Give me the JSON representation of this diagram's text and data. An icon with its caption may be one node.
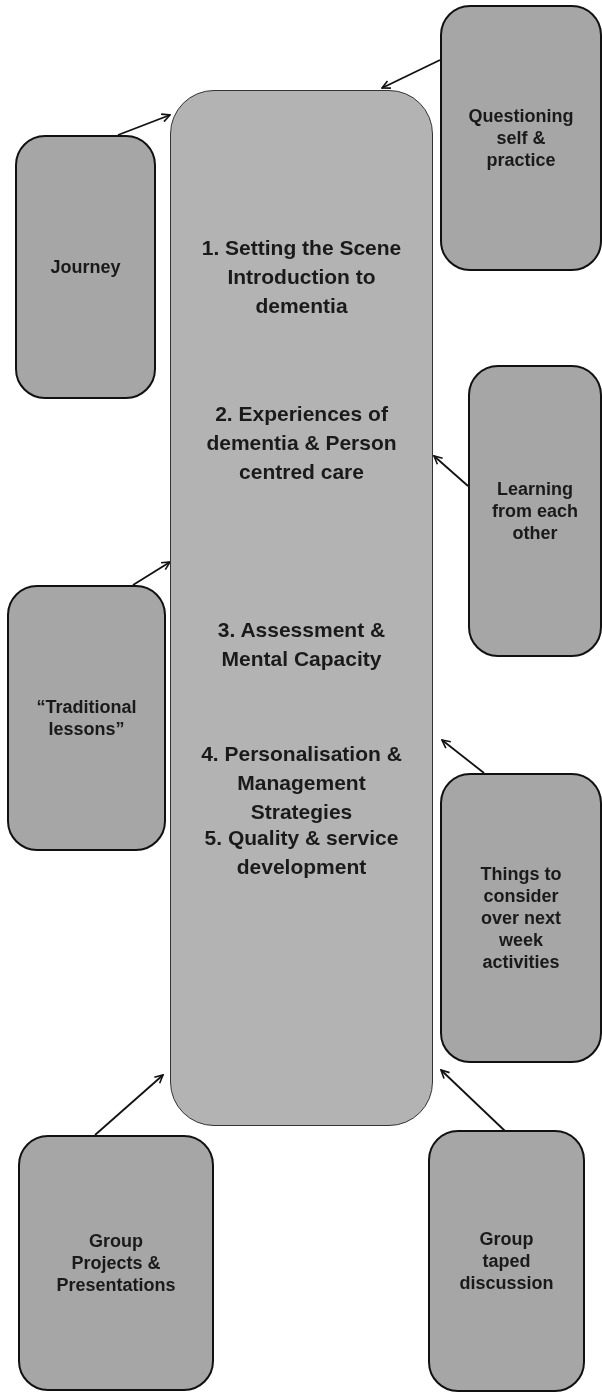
{
  "diagram": {
    "nodes": [
      {
        "text": [
          "Questioning self & practice"
        ]
      },
      {
        "text": [
          "Journey"
        ]
      },
      {
        "text": [
          "1. Setting the Scene Introduction to dementia",
          "2. Experiences of dementia & Person centred care",
          "3. Assessment & Mental Capacity",
          "4. Personalisation & Management Strategies",
          "5. Quality & service development"
        ]
      },
      {
        "text": [
          "Learning from each other"
        ]
      },
      {
        "text": [
          "“Traditional lessons”"
        ]
      },
      {
        "text": [
          "Things to consider over next week activities"
        ]
      },
      {
        "text": [
          "Group Projects & Presentations"
        ]
      },
      {
        "text": [
          "Group taped discussion"
        ]
      }
    ],
    "edges": [
      {
        "from": 1,
        "to": 2,
        "arrow": "to"
      },
      {
        "from": 0,
        "to": 2,
        "arrow": "to"
      },
      {
        "from": 3,
        "to": 2,
        "arrow": "to"
      },
      {
        "from": 4,
        "to": 2,
        "arrow": "to"
      },
      {
        "from": 5,
        "to": 2,
        "arrow": "to"
      },
      {
        "from": 6,
        "to": 2,
        "arrow": "to"
      },
      {
        "from": 7,
        "to": 2,
        "arrow": "to"
      }
    ]
  }
}
